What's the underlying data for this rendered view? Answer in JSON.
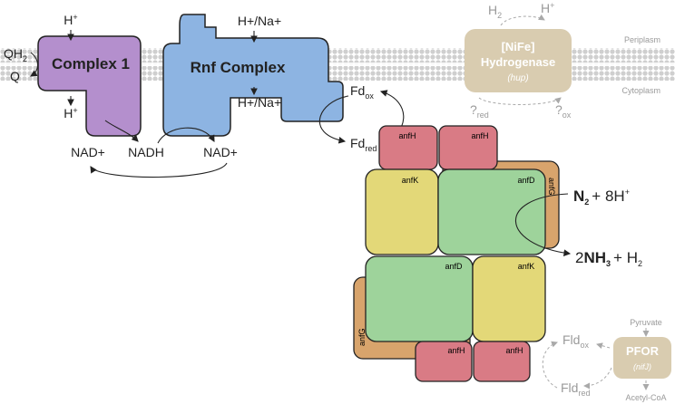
{
  "membrane": {
    "periplasm_label": "Periplasm",
    "cytoplasm_label": "Cytoplasm"
  },
  "complex1": {
    "label": "Complex 1",
    "proton_top": "H",
    "proton_bottom": "H",
    "qh2": "QH",
    "qh2_sub": "2",
    "q": "Q"
  },
  "rnf": {
    "label": "Rnf Complex",
    "ion_top": "H+/Na+",
    "ion_bottom": "H+/Na+"
  },
  "hydrogenase": {
    "line1": "[NiFe]",
    "line2": "Hydrogenase",
    "gene": "hup",
    "h2": "H",
    "h2_sub": "2",
    "hplus": "H",
    "q_red": "?",
    "q_red_sub": "red",
    "q_ox": "?",
    "q_ox_sub": "ox"
  },
  "ferredoxin": {
    "fd_ox": "Fd",
    "fd_ox_sub": "ox",
    "fd_red": "Fd",
    "fd_red_sub": "red"
  },
  "nad": {
    "nad_left": "NAD+",
    "nadh": "NADH",
    "nad_right": "NAD+"
  },
  "nitrogenase": {
    "subunits": {
      "anfH": "anfH",
      "anfK": "anfK",
      "anfD": "anfD",
      "anfG": "anfG"
    },
    "reaction": {
      "n2": "N",
      "n2_sub": "2",
      "plus_h": "+ 8H",
      "nh3_coef": "2",
      "nh3": "NH",
      "nh3_sub": "3",
      "plus_h2": "+ H",
      "h2_sub": "2"
    }
  },
  "pfor": {
    "label": "PFOR",
    "gene": "nifJ",
    "pyruvate": "Pyruvate",
    "acetyl_coa": "Acetyl-CoA",
    "fld_ox": "Fld",
    "fld_ox_sub": "ox",
    "fld_red": "Fld",
    "fld_red_sub": "red"
  },
  "colors": {
    "complex1": "#b48fcd",
    "rnf": "#8db4e2",
    "hydrogenase": "#d9ccb0",
    "anfH": "#d97b85",
    "anfK": "#e3d878",
    "anfD": "#9ed39b",
    "anfG": "#d8a46c",
    "membrane": "#cfcfcf"
  }
}
